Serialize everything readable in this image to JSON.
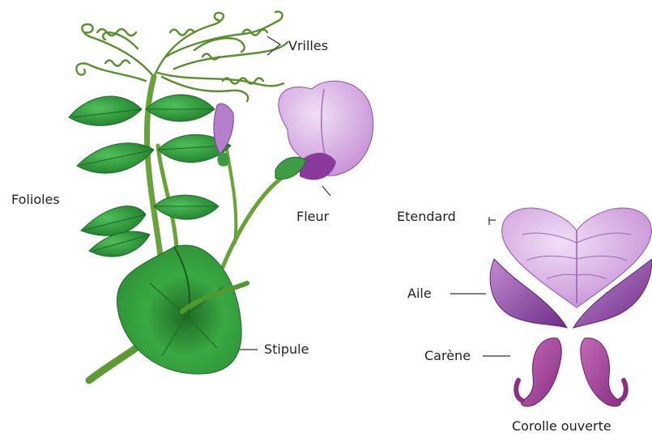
{
  "labels": {
    "vrilles": "Vrilles",
    "folioles": "Folioles",
    "fleur": "Fleur",
    "stipule": "Stipule",
    "etendard": "Etendard",
    "aile": "Aile",
    "carene": "Carène",
    "corolle": "Corolle ouverte"
  },
  "colors": {
    "leaf": "#2f9a3a",
    "leaf_dark": "#1f7a2a",
    "tendril": "#4f8a2a",
    "petal": "#c78fd6",
    "petal_light": "#e3c4ef",
    "petal_dark": "#8a3f9e",
    "keel": "#a0429a"
  }
}
